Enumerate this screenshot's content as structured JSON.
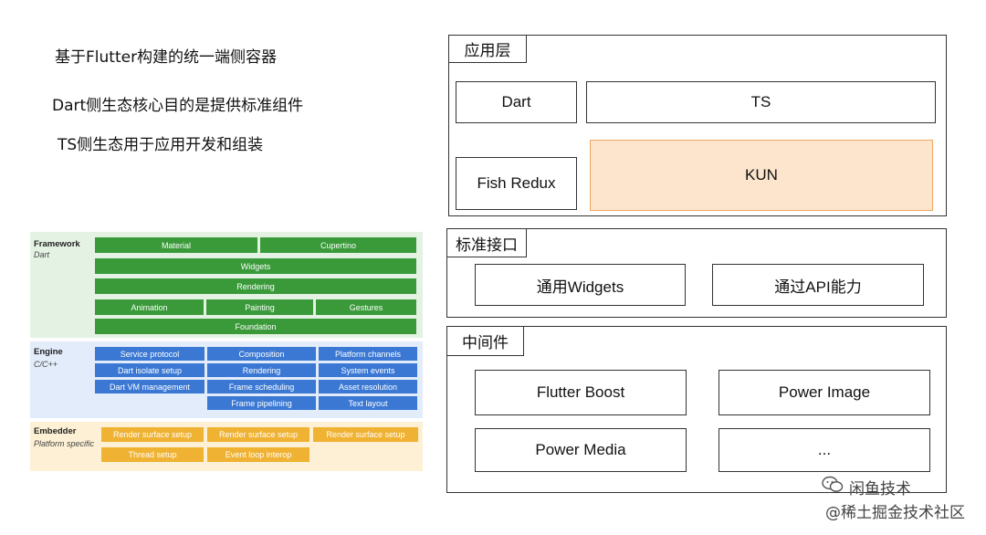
{
  "notes": [
    "基于Flutter构建的统一端侧容器",
    "Dart侧生态核心目的是提供标准组件",
    "TS侧生态用于应用开发和组装"
  ],
  "architecture": {
    "framework": {
      "title": "Framework",
      "subtitle": "Dart",
      "cells": [
        "Material",
        "Cupertino",
        "Widgets",
        "Rendering",
        "Animation",
        "Painting",
        "Gestures",
        "Foundation"
      ]
    },
    "engine": {
      "title": "Engine",
      "subtitle": "C/C++",
      "cells": [
        "Service protocol",
        "Composition",
        "Platform channels",
        "Dart isolate setup",
        "Rendering",
        "System events",
        "Dart VM management",
        "Frame scheduling",
        "Asset resolution",
        "Frame pipelining",
        "Text layout"
      ]
    },
    "embedder": {
      "title": "Embedder",
      "subtitle": "Platform specific",
      "cells": [
        "Render surface setup",
        "Render surface setup",
        "Render surface setup",
        "Thread setup",
        "Event loop interop"
      ]
    },
    "colors": {
      "framework_bg": "#e4f2e4",
      "framework_cell": "#3a9a3a",
      "engine_bg": "#e2ecfa",
      "engine_cell": "#3a78d4",
      "embedder_bg": "#fdf0d4",
      "embedder_cell": "#f0b233"
    }
  },
  "layers": {
    "app": {
      "label": "应用层",
      "items": [
        "Dart",
        "TS",
        "Fish Redux",
        "KUN"
      ],
      "highlight_color": "#fce5cc"
    },
    "interface": {
      "label": "标准接口",
      "items": [
        "通用Widgets",
        "通过API能力"
      ]
    },
    "middleware": {
      "label": "中间件",
      "items": [
        "Flutter Boost",
        "Power Image",
        "Power Media",
        "..."
      ]
    }
  },
  "watermark": {
    "brand": "闲鱼技术",
    "site": "@稀土掘金技术社区"
  }
}
